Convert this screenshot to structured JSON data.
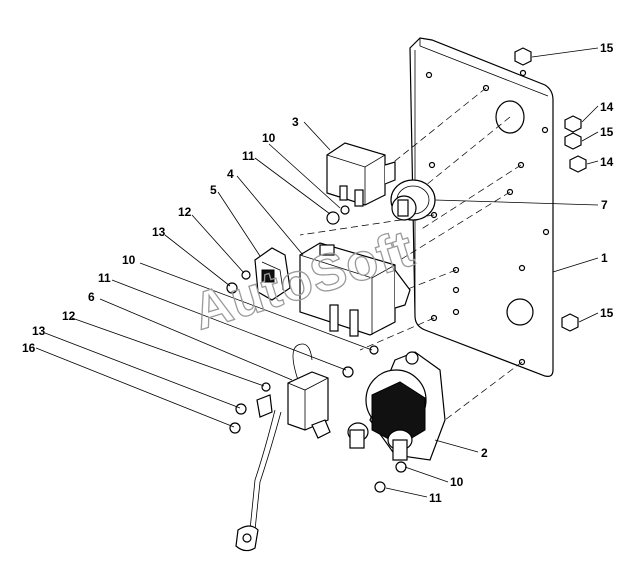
{
  "watermark": "AutoSoft",
  "callouts": [
    {
      "id": "c15a",
      "label": "15"
    },
    {
      "id": "c14a",
      "label": "14"
    },
    {
      "id": "c15b",
      "label": "15"
    },
    {
      "id": "c14b",
      "label": "14"
    },
    {
      "id": "c7",
      "label": "7"
    },
    {
      "id": "c1",
      "label": "1"
    },
    {
      "id": "c15c",
      "label": "15"
    },
    {
      "id": "c3",
      "label": "3"
    },
    {
      "id": "c10a",
      "label": "10"
    },
    {
      "id": "c11a",
      "label": "11"
    },
    {
      "id": "c4",
      "label": "4"
    },
    {
      "id": "c5",
      "label": "5"
    },
    {
      "id": "c12a",
      "label": "12"
    },
    {
      "id": "c13a",
      "label": "13"
    },
    {
      "id": "c10b",
      "label": "10"
    },
    {
      "id": "c11b",
      "label": "11"
    },
    {
      "id": "c6",
      "label": "6"
    },
    {
      "id": "c12b",
      "label": "12"
    },
    {
      "id": "c13b",
      "label": "13"
    },
    {
      "id": "c16",
      "label": "16"
    },
    {
      "id": "c2",
      "label": "2"
    },
    {
      "id": "c10c",
      "label": "10"
    },
    {
      "id": "c11c",
      "label": "11"
    }
  ]
}
